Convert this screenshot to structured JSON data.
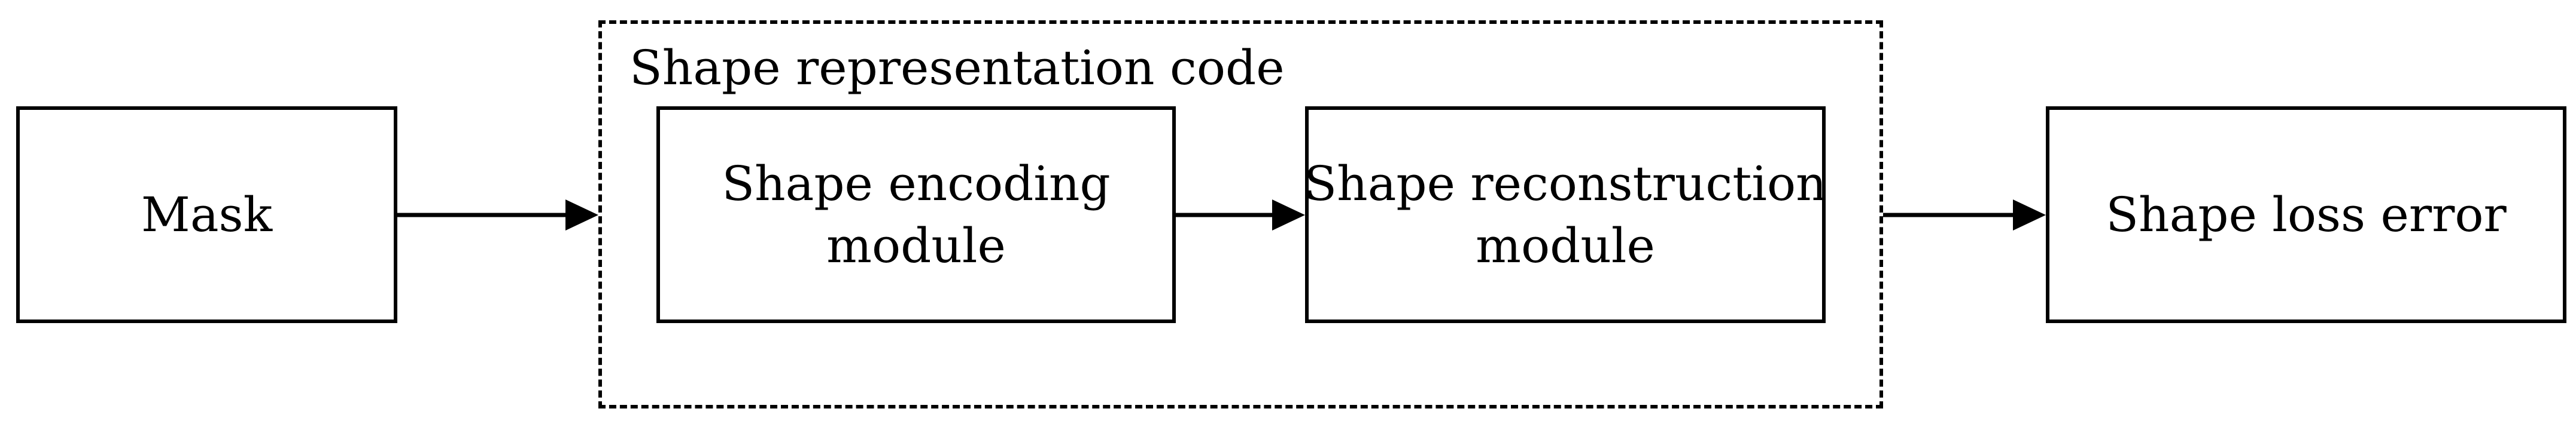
{
  "diagram": {
    "group_label": "Shape representation code",
    "nodes": {
      "mask": {
        "lines": [
          "Mask"
        ]
      },
      "encoding": {
        "lines": [
          "Shape encoding",
          "module"
        ]
      },
      "reconstruction": {
        "lines": [
          "Shape reconstruction",
          "module"
        ]
      },
      "loss": {
        "lines": [
          "Shape loss error"
        ]
      }
    },
    "edges": [
      {
        "from": "Mask",
        "to": "Shape representation code"
      },
      {
        "from": "Shape encoding module",
        "to": "Shape reconstruction module"
      },
      {
        "from": "Shape representation code",
        "to": "Shape loss error"
      }
    ],
    "colors": {
      "stroke": "#000000",
      "background": "#ffffff"
    }
  }
}
